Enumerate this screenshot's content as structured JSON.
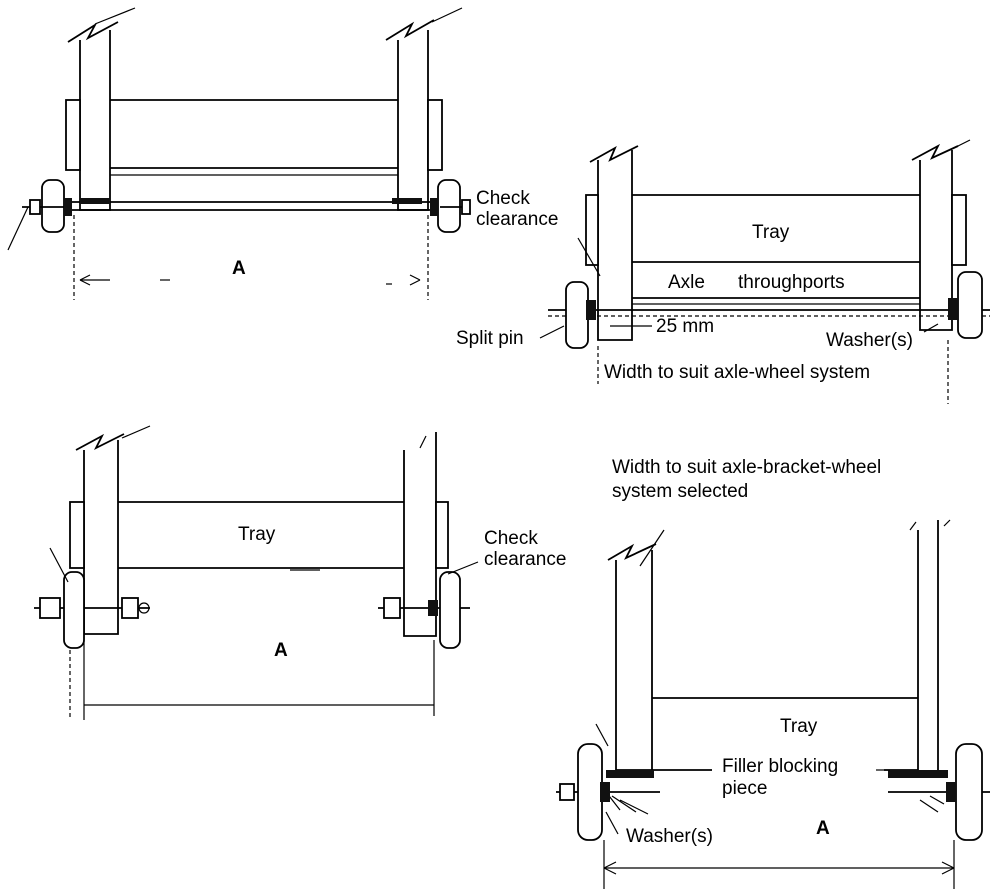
{
  "panels": {
    "top_left": {
      "dimension": "A"
    },
    "top_right": {
      "check_clearance": "Check\nclearance",
      "tray": "Tray",
      "axle": "Axle",
      "throughports": "throughports",
      "split_pin": "Split pin",
      "gap": "25 mm",
      "washers": "Washer(s)",
      "width": "Width to suit axle-wheel system"
    },
    "bottom_left": {
      "tray": "Tray",
      "check_clearance": "Check\nclearance",
      "dimension": "A"
    },
    "bottom_right": {
      "width_note": "Width to suit axle-bracket-wheel\nsystem selected",
      "tray": "Tray",
      "filler": "Filler blocking\npiece",
      "washers": "Washer(s)",
      "dimension": "A"
    }
  }
}
